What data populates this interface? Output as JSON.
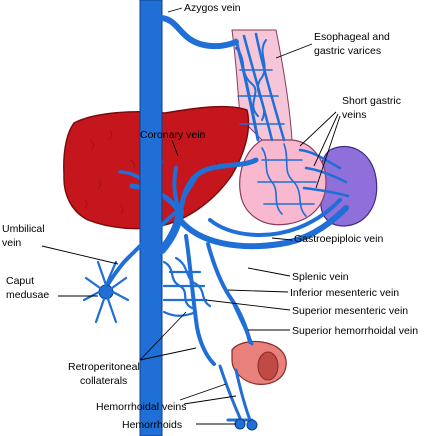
{
  "labels": {
    "azygos_vein": "Azygos vein",
    "esophageal_varices_1": "Esophageal and",
    "esophageal_varices_2": "gastric varices",
    "short_gastric_1": "Short gastric",
    "short_gastric_2": "veins",
    "coronary_vein": "Coronary vein",
    "umbilical_vein_1": "Umbilical",
    "umbilical_vein_2": "vein",
    "caput_medusae_1": "Caput",
    "caput_medusae_2": "medusae",
    "gastroepiploic_vein": "Gastroepiploic vein",
    "splenic_vein": "Splenic vein",
    "inferior_mesenteric_vein": "Inferior mesenteric vein",
    "superior_mesenteric_vein": "Superior mesenteric vein",
    "superior_hemorrhoidal_vein": "Superior hemorrhoidal vein",
    "retroperitoneal_collaterals_1": "Retroperitoneal",
    "retroperitoneal_collaterals_2": "collaterals",
    "hemorrhoidal_veins": "Hemorrhoidal veins",
    "hemorrhoids": "Hemorrhoids"
  },
  "colors": {
    "liver": "#c4161c",
    "liver_edge": "#7a0a0e",
    "stomach": "#f7b8d0",
    "esophagus": "#f4c6d8",
    "spleen": "#8f6fd9",
    "vein": "#1f6fd6",
    "vein_edge": "#0d3f8a",
    "rectum": "#e8807c"
  }
}
